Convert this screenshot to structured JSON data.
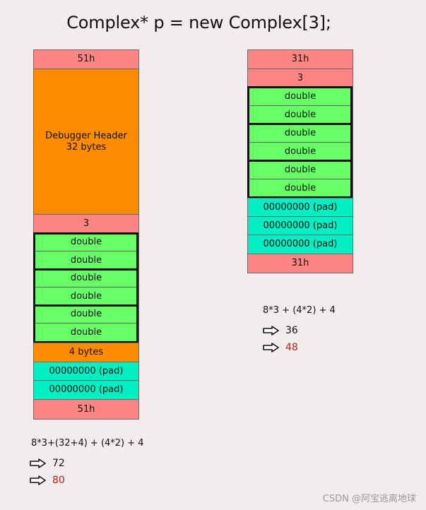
{
  "title": "Complex* p = new Complex[3];",
  "left": {
    "cells": {
      "top": "51h",
      "header": "Debugger Header\n32 bytes",
      "count": "3",
      "d1": "double",
      "d2": "double",
      "d3": "double",
      "d4": "double",
      "d5": "double",
      "d6": "double",
      "fourbytes": "4 bytes",
      "pad1": "00000000 (pad)",
      "pad2": "00000000 (pad)",
      "bottom": "51h"
    },
    "formula": "8*3+(32+4) + (4*2) + 4",
    "result1": "72",
    "result2": "80"
  },
  "right": {
    "cells": {
      "top": "31h",
      "count": "3",
      "d1": "double",
      "d2": "double",
      "d3": "double",
      "d4": "double",
      "d5": "double",
      "d6": "double",
      "pad1": "00000000 (pad)",
      "pad2": "00000000 (pad)",
      "pad3": "00000000 (pad)",
      "bottom": "31h"
    },
    "formula": "8*3 + (4*2) + 4",
    "result1": "36",
    "result2": "48"
  },
  "watermark": "CSDN @阿宝逃离地球",
  "colors": {
    "pink": "#ff8585",
    "orange": "#ff8c00",
    "green": "#66ff66",
    "cyan": "#00f0c4",
    "highlight_result": "#b32020"
  },
  "icons": [
    "right-arrow-icon"
  ]
}
